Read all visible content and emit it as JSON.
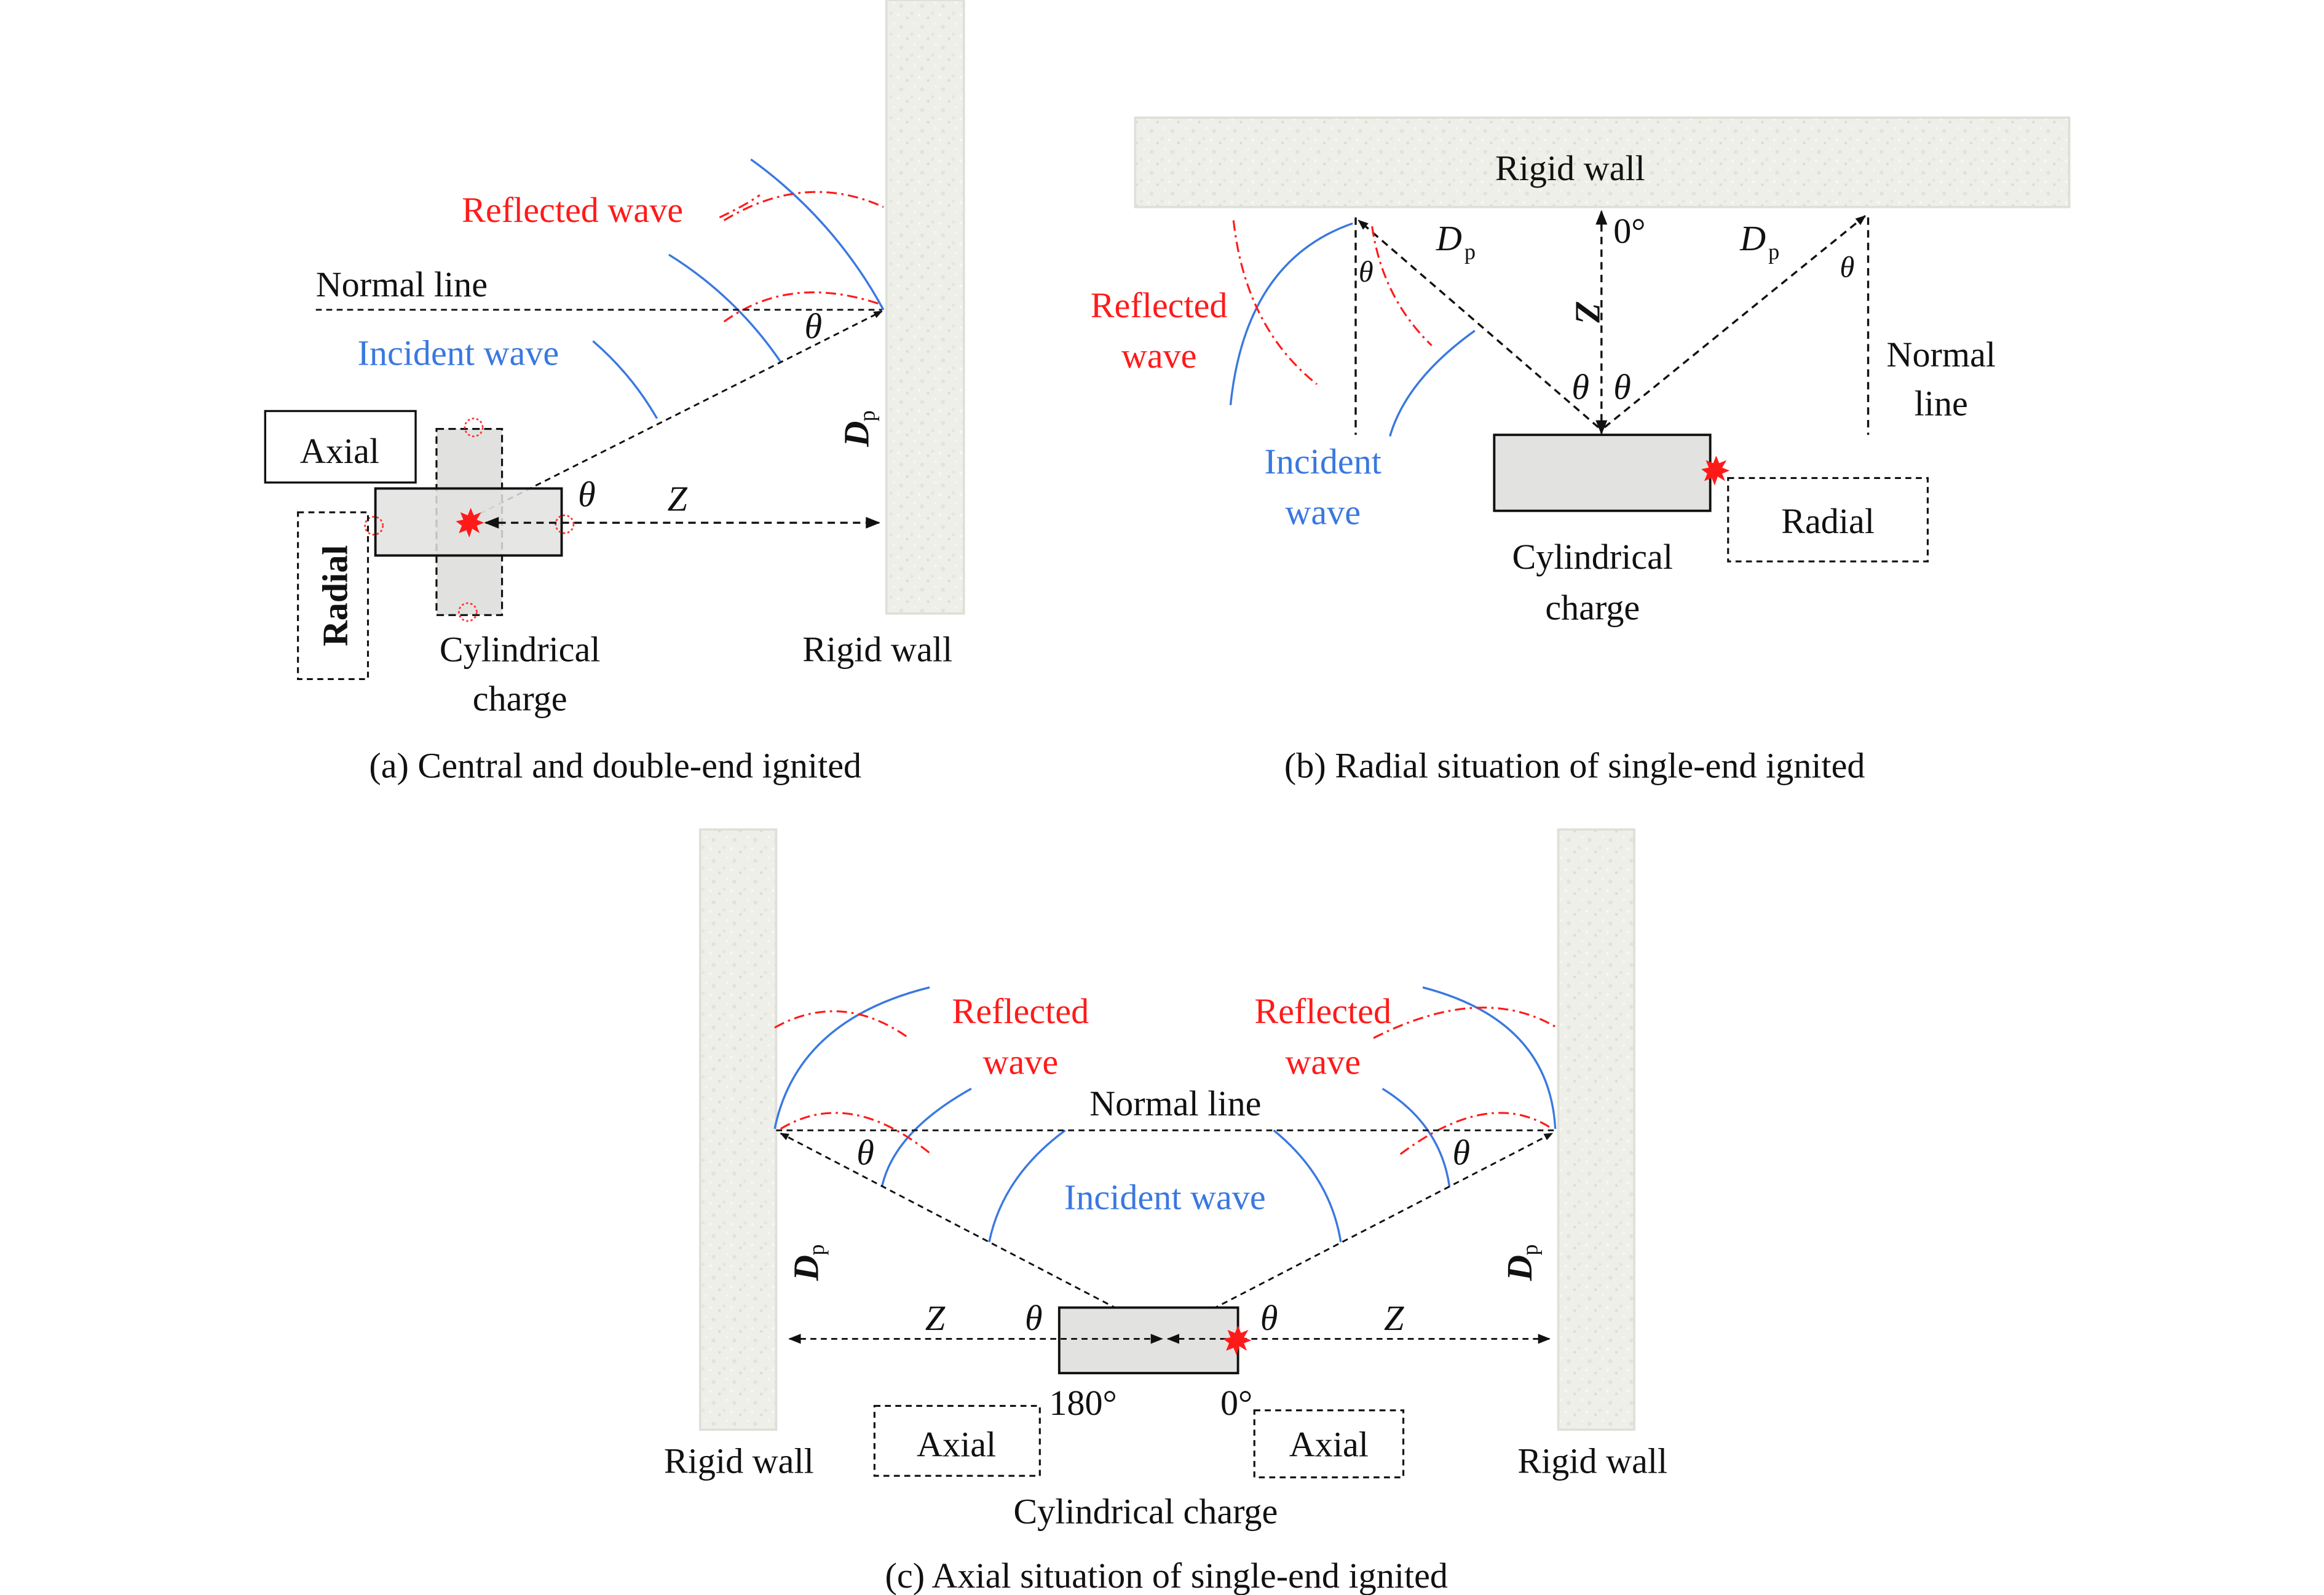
{
  "figure": {
    "panels": [
      {
        "id": "a",
        "caption": "(a) Central and double-end ignited",
        "labels": {
          "reflected_wave": "Reflected wave",
          "normal_line": "Normal line",
          "incident_wave": "Incident wave",
          "theta_top": "θ",
          "theta_charge": "θ",
          "z": "Z",
          "dp_main": "D",
          "dp_sub": "p",
          "axial": "Axial",
          "radial": "Radial",
          "charge_line1": "Cylindrical",
          "charge_line2": "charge",
          "rigid_wall": "Rigid wall"
        }
      },
      {
        "id": "b",
        "caption": "(b) Radial situation of single-end ignited",
        "labels": {
          "rigid_wall": "Rigid wall",
          "reflected_line1": "Reflected",
          "reflected_line2": "wave",
          "incident_line1": "Incident",
          "incident_line2": "wave",
          "dp_left_main": "D",
          "dp_left_sub": "p",
          "dp_right_main": "D",
          "dp_right_sub": "p",
          "zero_deg": "0°",
          "z": "Z",
          "theta_left_top": "θ",
          "theta_right_top": "θ",
          "theta_mid_left": "θ",
          "theta_mid_right": "θ",
          "normal_line1": "Normal",
          "normal_line2": "line",
          "charge_line1": "Cylindrical",
          "charge_line2": "charge",
          "radial": "Radial"
        }
      },
      {
        "id": "c",
        "caption": "(c) Axial situation of single-end ignited",
        "labels": {
          "reflected_left_line1": "Reflected",
          "reflected_left_line2": "wave",
          "reflected_right_line1": "Reflected",
          "reflected_right_line2": "wave",
          "normal_line": "Normal line",
          "incident_wave": "Incident wave",
          "theta_left_top": "θ",
          "theta_right_top": "θ",
          "theta_charge_left": "θ",
          "theta_charge_right": "θ",
          "z_left": "Z",
          "z_right": "Z",
          "dp_left_main": "D",
          "dp_left_sub": "p",
          "dp_right_main": "D",
          "dp_right_sub": "p",
          "deg_180": "180°",
          "deg_0": "0°",
          "axial_left": "Axial",
          "axial_right": "Axial",
          "rigid_wall_left": "Rigid wall",
          "rigid_wall_right": "Rigid wall",
          "charge": "Cylindrical charge"
        }
      }
    ],
    "colors": {
      "reflected": "#ff1a1a",
      "incident": "#3a78e0",
      "wall": "#ecede6",
      "charge": "#e2e3e0"
    }
  }
}
